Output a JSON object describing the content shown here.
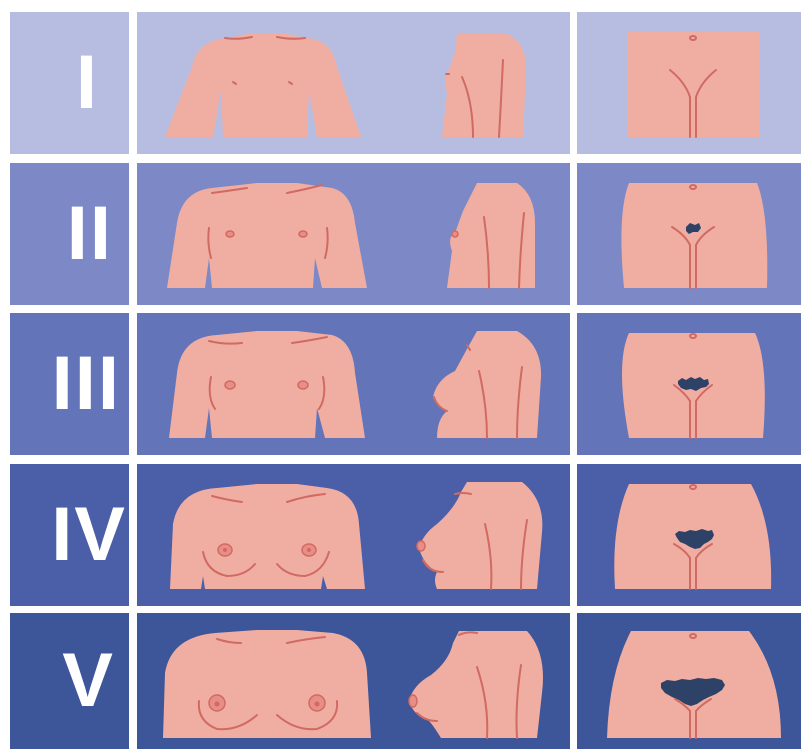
{
  "stages": [
    {
      "numeral": "I",
      "color": "#b7bde0"
    },
    {
      "numeral": "II",
      "color": "#7c89c6"
    },
    {
      "numeral": "III",
      "color": "#6474b9"
    },
    {
      "numeral": "IV",
      "color": "#4b5ea8"
    },
    {
      "numeral": "V",
      "color": "#3d5599"
    }
  ],
  "palette": {
    "skin": "#f0aea2",
    "skin_line": "#d06a62",
    "nipple": "#e88e86",
    "hair": "#2d4266",
    "gap": "#ffffff"
  },
  "columns": [
    "stage-label",
    "breast-development",
    "pubic-hair"
  ]
}
